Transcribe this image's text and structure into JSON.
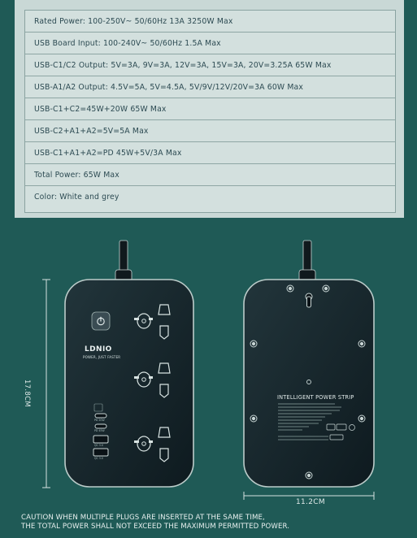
{
  "specs": [
    "Rated Power: 100-250V~ 50/60Hz 13A 3250W Max",
    "USB Board Input: 100-240V~ 50/60Hz 1.5A Max",
    "USB-C1/C2 Output: 5V=3A, 9V=3A, 12V=3A, 15V=3A, 20V=3.25A 65W Max",
    "USB-A1/A2 Output: 4.5V=5A, 5V=4.5A, 5V/9V/12V/20V=3A 60W Max",
    "USB-C1+C2=45W+20W 65W Max",
    "USB-C2+A1+A2=5V=5A Max",
    "USB-C1+A1+A2=PD 45W+5V/3A Max",
    "Total Power: 65W Max",
    "Color: White and grey"
  ],
  "front": {
    "brand": "LDNIO",
    "tagline": "POWER, JUST FASTER",
    "height_label": "17.8CM",
    "port_labels": [
      "PD 20W",
      "PD 45W",
      "QC 3.0",
      "QC 3.0"
    ]
  },
  "back": {
    "label_title": "INTELLIGENT POWER STRIP",
    "width_label": "11.2CM"
  },
  "caution": {
    "line1": "CAUTION WHEN MULTIPLE PLUGS ARE INSERTED AT THE SAME TIME,",
    "line2": "THE TOTAL POWER SHALL NOT EXCEED THE MAXIMUM PERMITTED POWER."
  },
  "colors": {
    "background": "#1f5a56",
    "panel": "#c9d8d6",
    "spec_text": "#2c4a52",
    "device_body": "#14232a"
  }
}
